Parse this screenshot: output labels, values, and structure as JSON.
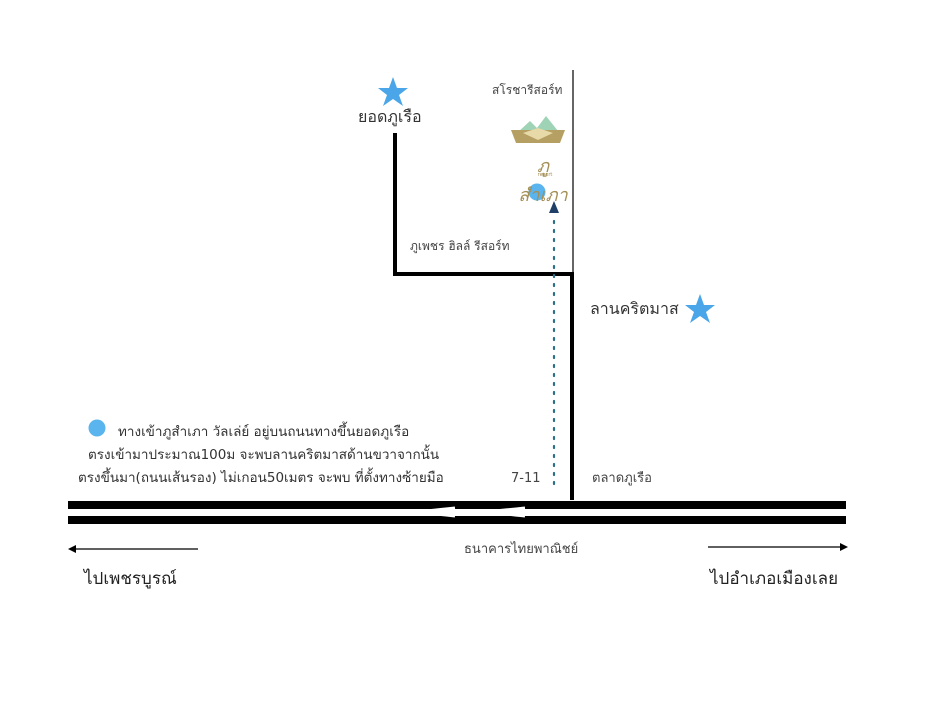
{
  "landmarks": {
    "phu_ruea_peak": "ยอดภูเรือ",
    "resort_top": "สโรชารีสอร์ท",
    "phu_phet_resort": "ภูเพชร ฮิลล์ รีสอร์ท",
    "christmas_field": "ลานคริตมาส",
    "seven_eleven": "7-11",
    "phu_ruea_market": "ตลาดภูเรือ",
    "bank": "ธนาคารไทยพาณิชย์",
    "to_phetchabun": "ไปเพชรบูรณ์",
    "to_loei": "ไปอำเภอเมืองเลย"
  },
  "logo": {
    "name": "ภูสำเภา",
    "subtext": "resort",
    "colors": {
      "gold": "#b59f62",
      "mint": "#9fd3b6"
    }
  },
  "note": {
    "line1": "ทางเข้าภูสำเภา วัลเล่ย์ อยู่บนถนนทางขึ้นยอดภูเรือ",
    "line2": "ตรงเข้ามาประมาณ100ม จะพบลานคริตมาสด้านขวาจากนั้น",
    "line3": "ตรงขึ้นมา(ถนนเส้นรอง) ไม่เกอน50เมตร จะพบ ที่ตั้งทางซ้ายมือ"
  },
  "colors": {
    "star": "#4aa6e8",
    "dot": "#5ab4ee",
    "path_dots": "#2c6f8a",
    "road": "#000000"
  },
  "icons": [
    "star-icon",
    "location-dot-icon",
    "arrow-up-icon",
    "arrow-left-icon",
    "arrow-right-icon"
  ]
}
